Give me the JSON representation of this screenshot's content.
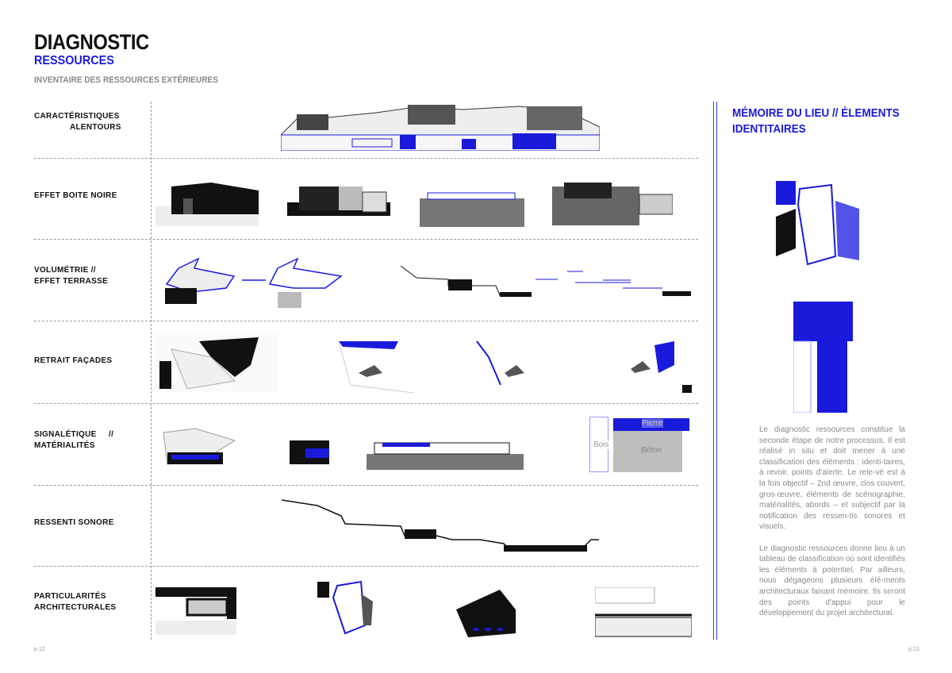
{
  "header": {
    "title": "DIAGNOSTIC",
    "subtitle": "RESSOURCES",
    "subsubtitle": "INVENTAIRE DES RESSOURCES EXTÉRIEURES"
  },
  "rows": [
    {
      "label_line1": "CARACTÉRISTIQUES",
      "label_line2": "ALENTOURS"
    },
    {
      "label_line1": "EFFET BOITE NOIRE"
    },
    {
      "label_line1": "VOLUMÉTRIE //",
      "label_line2": "EFFET TERRASSE"
    },
    {
      "label_line1": "RETRAIT FAÇADES"
    },
    {
      "label_line1": "SIGNALÉTIQUE     //",
      "label_line2": "MATÉRIALITÉS"
    },
    {
      "label_line1": "RESSENTI SONORE"
    },
    {
      "label_line1": "PARTICULARITÉS",
      "label_line2": "ARCHITECTURALES"
    }
  ],
  "materials": {
    "stone": "Pierre",
    "wood": "Bois",
    "concrete": "Béton"
  },
  "sidebar": {
    "title": "MÉMOIRE DU LIEU // ÉLEMENTS IDENTITAIRES",
    "paragraphs": [
      "Le diagnostic ressources constitue la seconde étape de notre processus. Il est réalisé in situ et doit mener à une classification des éléments : identi-taires, à revoir, points d'alerte. Le rele-vé est à la fois objectif – 2nd œuvre, clos couvert, gros-œuvre, éléments de scénographie, matérialités, abords – et subjectif par la notification des ressen-tis sonores et visuels.",
      "Le diagnostic ressources donne lieu à un tableau de classification où sont identifiés les éléments à potentiel. Par ailleurs, nous dégageons plusieurs élé-ments architecturaux faisant mémoire. Ils seront des points d'appui pour le développement du projet architectural."
    ]
  },
  "pages": {
    "left": "p.12",
    "right": "p.13"
  },
  "colors": {
    "accent": "#1a1adb",
    "text": "#111111",
    "muted": "#8a8a8a"
  }
}
